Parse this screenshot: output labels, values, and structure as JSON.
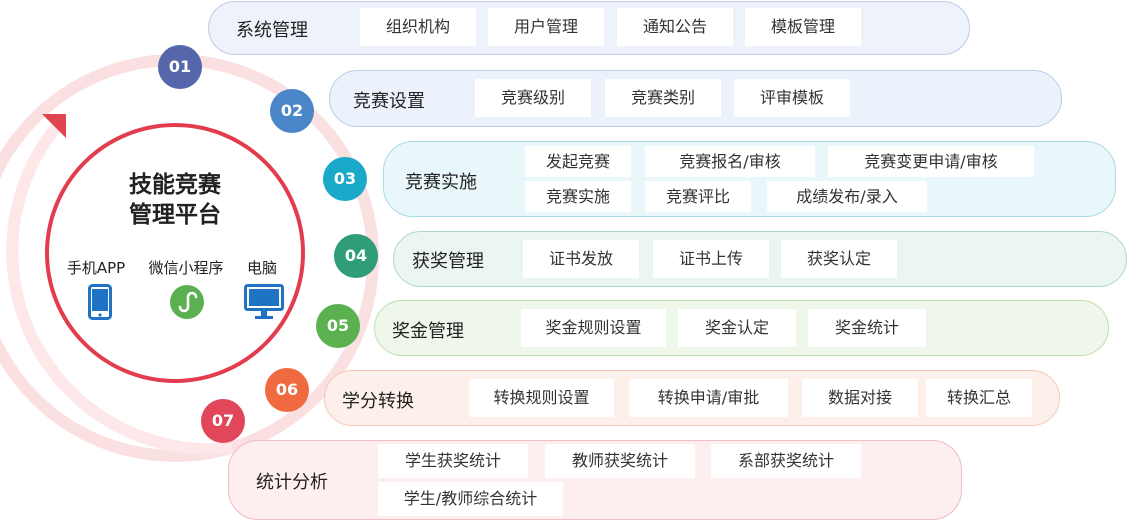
{
  "center": {
    "title_line1": "技能竞赛",
    "title_line2": "管理平台",
    "platforms": [
      {
        "label": "手机APP",
        "icon": "phone-icon"
      },
      {
        "label": "微信小程序",
        "icon": "mini-program-icon"
      },
      {
        "label": "电脑",
        "icon": "monitor-icon"
      }
    ]
  },
  "modules": [
    {
      "num": "01",
      "title": "系统管理",
      "color": "#5566aa",
      "items": [
        "组织机构",
        "用户管理",
        "通知公告",
        "模板管理"
      ]
    },
    {
      "num": "02",
      "title": "竞赛设置",
      "color": "#4a86c8",
      "items": [
        "竞赛级别",
        "竞赛类别",
        "评审模板"
      ]
    },
    {
      "num": "03",
      "title": "竞赛实施",
      "color": "#1aa9c9",
      "items": [
        "发起竞赛",
        "竞赛报名/审核",
        "竞赛变更申请/审核",
        "竞赛实施",
        "竞赛评比",
        "成绩发布/录入"
      ]
    },
    {
      "num": "04",
      "title": "获奖管理",
      "color": "#2f9d7a",
      "items": [
        "证书发放",
        "证书上传",
        "获奖认定"
      ]
    },
    {
      "num": "05",
      "title": "奖金管理",
      "color": "#5bb04f",
      "items": [
        "奖金规则设置",
        "奖金认定",
        "奖金统计"
      ]
    },
    {
      "num": "06",
      "title": "学分转换",
      "color": "#ef6a3f",
      "items": [
        "转换规则设置",
        "转换申请/审批",
        "数据对接",
        "转换汇总"
      ]
    },
    {
      "num": "07",
      "title": "统计分析",
      "color": "#e2465a",
      "items": [
        "学生获奖统计",
        "教师获奖统计",
        "系部获奖统计",
        "学生/教师综合统计"
      ]
    }
  ]
}
